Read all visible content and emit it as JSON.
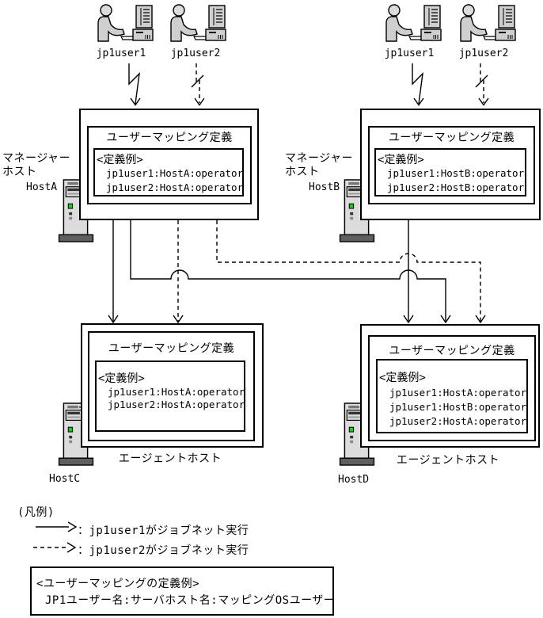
{
  "users": {
    "left": [
      {
        "label": "jp1user1"
      },
      {
        "label": "jp1user2"
      }
    ],
    "right": [
      {
        "label": "jp1user1"
      },
      {
        "label": "jp1user2"
      }
    ]
  },
  "manager_hosts": {
    "left": {
      "role_line1": "マネージャー",
      "role_line2": "ホスト",
      "host_name": "HostA",
      "box_title": "ユーザーマッピング定義",
      "def_title": "<定義例>",
      "def_lines": [
        "jp1user1:HostA:operator",
        "jp1user2:HostA:operator"
      ]
    },
    "right": {
      "role_line1": "マネージャー",
      "role_line2": "ホスト",
      "host_name": "HostB",
      "box_title": "ユーザーマッピング定義",
      "def_title": "<定義例>",
      "def_lines": [
        "jp1user1:HostB:operator",
        "jp1user2:HostB:operator"
      ]
    }
  },
  "agent_hosts": {
    "left": {
      "type_label": "エージェントホスト",
      "host_name": "HostC",
      "box_title": "ユーザーマッピング定義",
      "def_title": "<定義例>",
      "def_lines": [
        "jp1user1:HostA:operator",
        "jp1user2:HostA:operator"
      ]
    },
    "right": {
      "type_label": "エージェントホスト",
      "host_name": "HostD",
      "box_title": "ユーザーマッピング定義",
      "def_title": "<定義例>",
      "def_lines": [
        "jp1user1:HostA:operator",
        "jp1user1:HostB:operator",
        "jp1user2:HostA:operator"
      ]
    }
  },
  "legend": {
    "title": "(凡例)",
    "items": [
      {
        "line_style": "solid",
        "label": "：jp1user1がジョブネット実行"
      },
      {
        "line_style": "dashed",
        "label": "：jp1user2がジョブネット実行"
      }
    ],
    "note": {
      "line1": "<ユーザーマッピングの定義例>",
      "line2": "JP1ユーザー名:サーバホスト名:マッピングOSユーザー"
    }
  },
  "icons": {
    "user": "user-at-computer-icon",
    "server": "server-tower-icon"
  },
  "colors": {
    "line": "#000000",
    "background": "#ffffff",
    "icon_gray": "#cfcfcf",
    "icon_gray_light": "#dcdcdc",
    "pedestal_gray": "#5f5f5f",
    "led_green": "#1ec81e"
  }
}
